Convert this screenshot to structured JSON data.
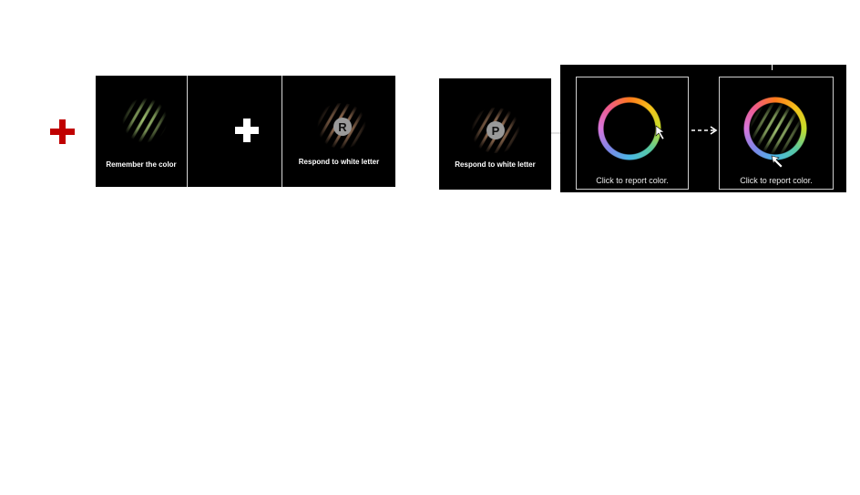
{
  "sequence": {
    "frame_encode": {
      "caption": "Remember the color",
      "grating_color": "#aacd78"
    },
    "frame_delay": {},
    "frame_distractor_r": {
      "letter": "R",
      "caption": "Respond to white letter",
      "grating_color": "#d7a078"
    },
    "frame_distractor_p": {
      "letter": "P",
      "caption": "Respond to white letter",
      "grating_color": "#d7a078"
    },
    "frame_report_wheel": {
      "caption": "Click to report color."
    },
    "frame_report_adjust": {
      "caption": "Click to report color.",
      "grating_color": "#aacd78"
    }
  },
  "colors": {
    "fixation_red": "#c00000",
    "fixation_white": "#ffffff",
    "arrow": "#ffffff",
    "panel_bg": "#000000"
  },
  "icons": [
    "fixation-cross-icon",
    "arrow-right-icon",
    "dashed-arrow-right-icon",
    "mouse-cursor-icon",
    "color-wheel-icon"
  ]
}
